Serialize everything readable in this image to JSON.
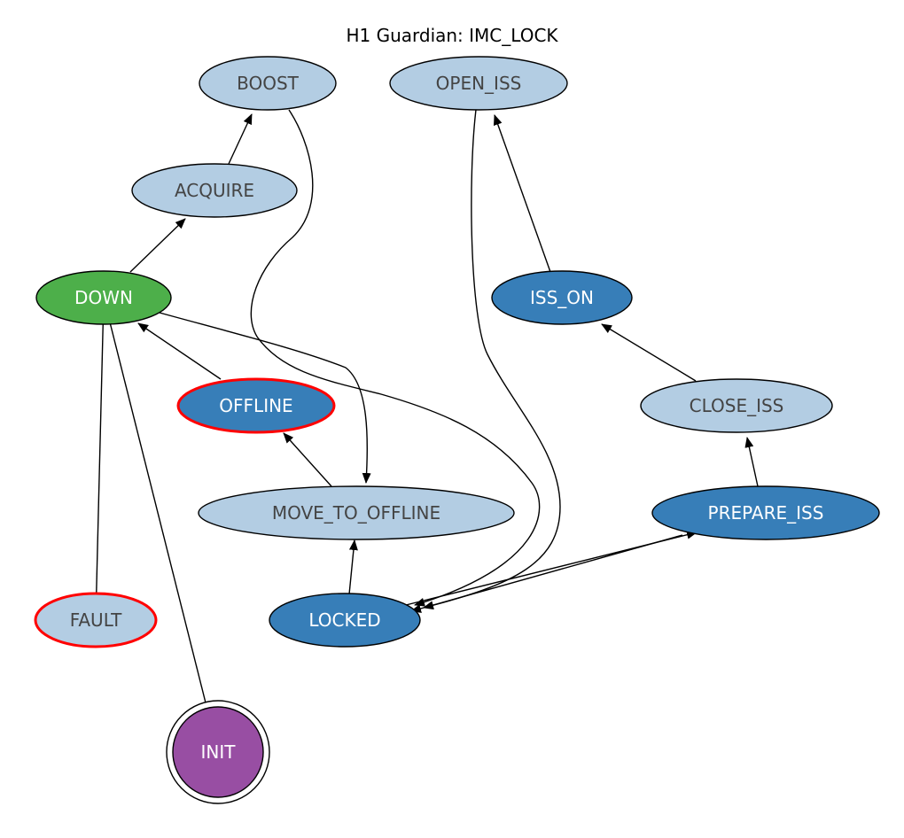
{
  "title": "H1 Guardian: IMC_LOCK",
  "colors": {
    "light": "#b3cde3",
    "dark": "#377eb8",
    "green": "#4daf4a",
    "purple": "#984ea3",
    "highlight_border": "#ff0000",
    "dark_text": "#ffffff",
    "light_text": "#444444"
  },
  "nodes": [
    {
      "id": "BOOST",
      "label": "BOOST",
      "style": "light"
    },
    {
      "id": "OPEN_ISS",
      "label": "OPEN_ISS",
      "style": "light"
    },
    {
      "id": "ACQUIRE",
      "label": "ACQUIRE",
      "style": "light"
    },
    {
      "id": "DOWN",
      "label": "DOWN",
      "style": "green"
    },
    {
      "id": "ISS_ON",
      "label": "ISS_ON",
      "style": "dark"
    },
    {
      "id": "OFFLINE",
      "label": "OFFLINE",
      "style": "dark",
      "highlighted": true
    },
    {
      "id": "CLOSE_ISS",
      "label": "CLOSE_ISS",
      "style": "light"
    },
    {
      "id": "MOVE_TO_OFFLINE",
      "label": "MOVE_TO_OFFLINE",
      "style": "light"
    },
    {
      "id": "PREPARE_ISS",
      "label": "PREPARE_ISS",
      "style": "dark"
    },
    {
      "id": "FAULT",
      "label": "FAULT",
      "style": "light",
      "highlighted": true
    },
    {
      "id": "LOCKED",
      "label": "LOCKED",
      "style": "dark"
    },
    {
      "id": "INIT",
      "label": "INIT",
      "style": "purple",
      "shape": "doublecircle"
    }
  ],
  "edges": [
    {
      "from": "ACQUIRE",
      "to": "BOOST"
    },
    {
      "from": "DOWN",
      "to": "ACQUIRE"
    },
    {
      "from": "BOOST",
      "to": "LOCKED"
    },
    {
      "from": "OPEN_ISS",
      "to": "LOCKED"
    },
    {
      "from": "ISS_ON",
      "to": "OPEN_ISS"
    },
    {
      "from": "CLOSE_ISS",
      "to": "ISS_ON"
    },
    {
      "from": "PREPARE_ISS",
      "to": "CLOSE_ISS"
    },
    {
      "from": "OFFLINE",
      "to": "DOWN"
    },
    {
      "from": "DOWN",
      "to": "MOVE_TO_OFFLINE"
    },
    {
      "from": "MOVE_TO_OFFLINE",
      "to": "OFFLINE"
    },
    {
      "from": "LOCKED",
      "to": "MOVE_TO_OFFLINE"
    },
    {
      "from": "LOCKED",
      "to": "PREPARE_ISS"
    },
    {
      "from": "PREPARE_ISS",
      "to": "LOCKED"
    },
    {
      "from": "FAULT",
      "to": "DOWN"
    },
    {
      "from": "INIT",
      "to": "DOWN"
    }
  ]
}
